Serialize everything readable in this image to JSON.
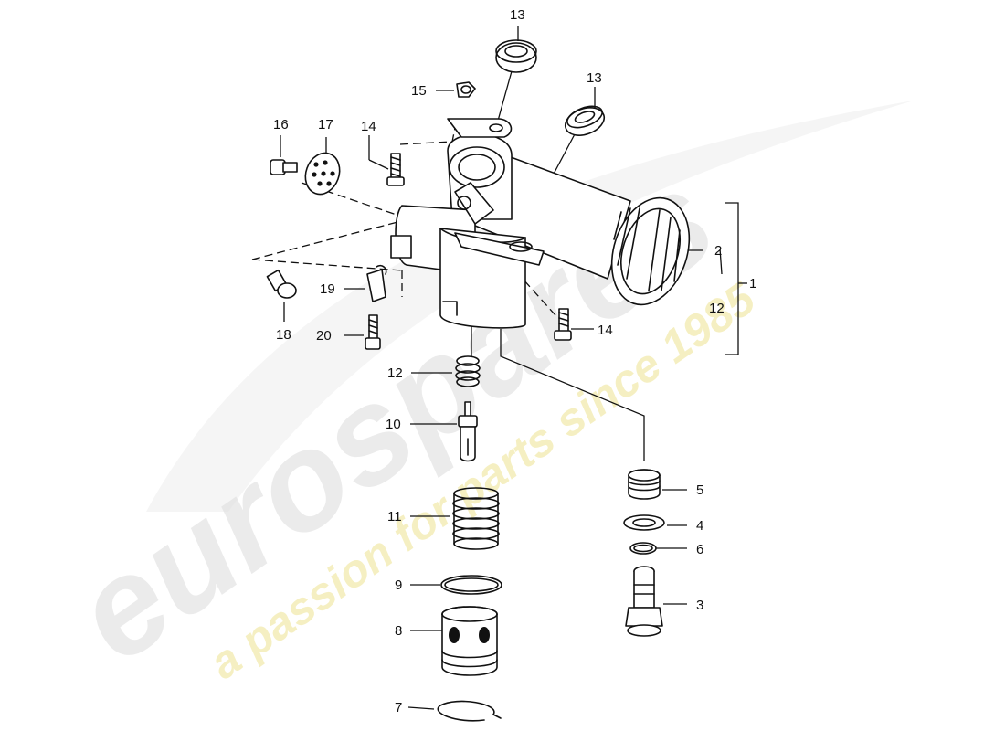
{
  "watermark": {
    "brand": "eurospares",
    "tagline": "a passion for parts since 1985",
    "brand_color": "#d9d9d9",
    "tagline_color": "#f3eca0"
  },
  "callouts": {
    "c1": "1",
    "c2": "2",
    "c3": "3",
    "c4": "4",
    "c5": "5",
    "c6": "6",
    "c7": "7",
    "c8": "8",
    "c9": "9",
    "c10": "10",
    "c11": "11",
    "c12a": "12",
    "c12b": "12",
    "c13a": "13",
    "c13b": "13",
    "c14a": "14",
    "c14b": "14",
    "c15": "15",
    "c16": "16",
    "c17": "17",
    "c18": "18",
    "c19": "19",
    "c20": "20"
  }
}
